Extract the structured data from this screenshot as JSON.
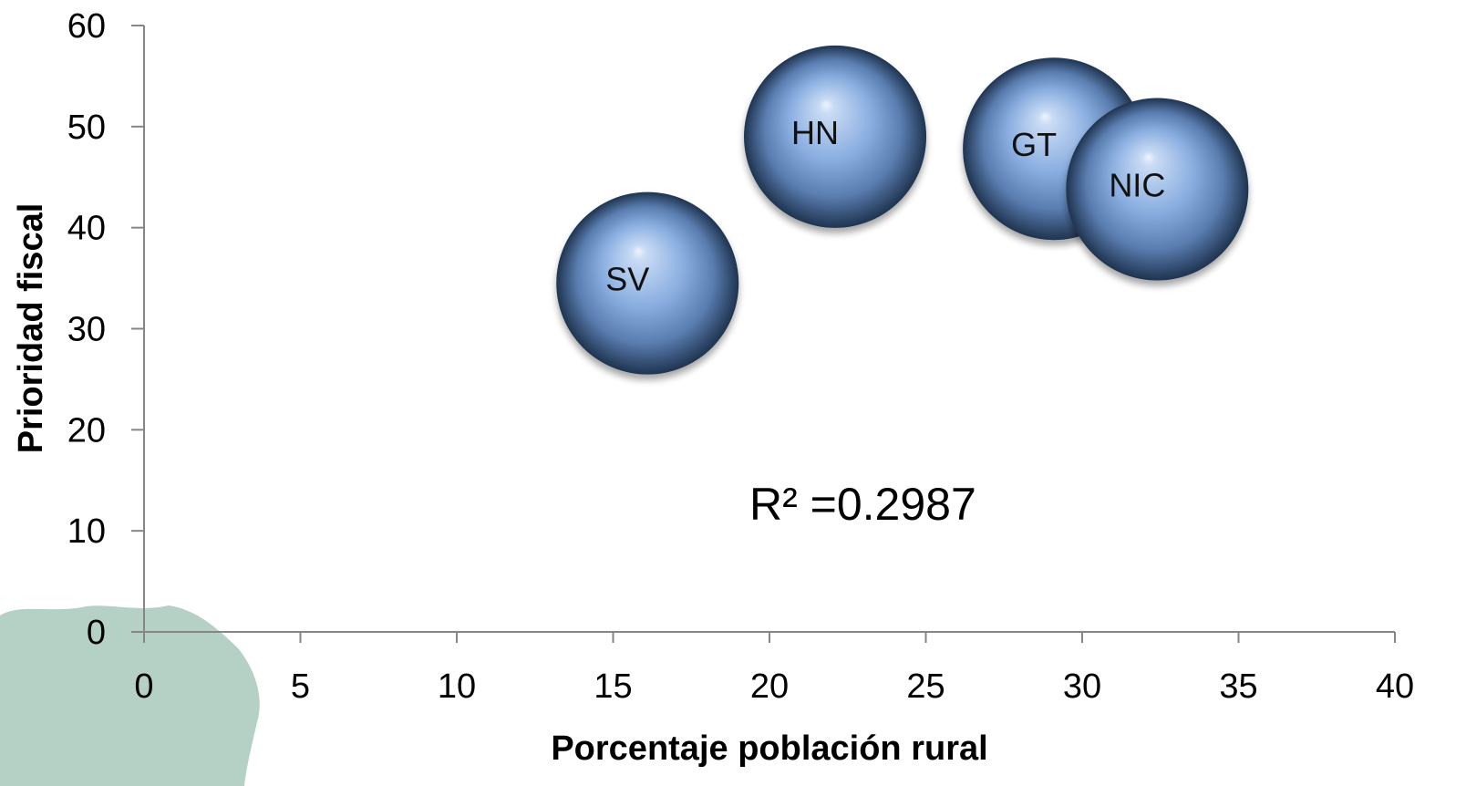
{
  "chart_data": {
    "type": "bubble",
    "xlabel": "Porcentaje población rural",
    "ylabel": "Prioridad fiscal",
    "xlim": [
      0,
      40
    ],
    "ylim": [
      0,
      60
    ],
    "xticks": [
      0,
      5,
      10,
      15,
      20,
      25,
      30,
      35,
      40
    ],
    "yticks": [
      0,
      10,
      20,
      30,
      40,
      50,
      60
    ],
    "grid": false,
    "legend": "none",
    "points": [
      {
        "label": "SV",
        "x": 16.1,
        "y": 34.5
      },
      {
        "label": "HN",
        "x": 22.1,
        "y": 49.0
      },
      {
        "label": "GT",
        "x": 29.1,
        "y": 47.8
      },
      {
        "label": "NIC",
        "x": 32.4,
        "y": 43.8
      }
    ],
    "annotation": "R² =0.2987",
    "colors": {
      "bubble_highlight": "#eef4ff",
      "bubble_mid": "#8aaee0",
      "bubble_dark": "#1f3450",
      "axis": "#868686",
      "map_shape": "#b5d1c5"
    }
  }
}
